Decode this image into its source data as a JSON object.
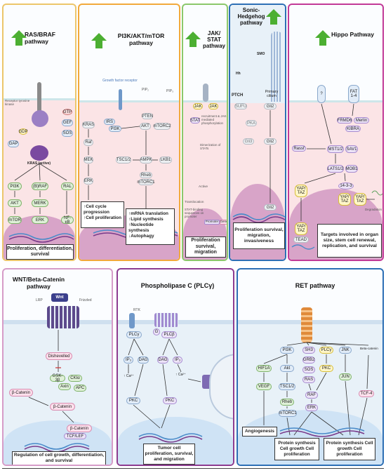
{
  "colors": {
    "accent_green": "#4caf32",
    "ras_border": "#ecc66b",
    "pi3k_border": "#f2a93b",
    "jak_border": "#8cc86b",
    "shh_border": "#2d6fb5",
    "hippo_border": "#c23a97",
    "wnt_border": "#d69cc8",
    "plc_border": "#8d3c90",
    "ret_border": "#2d6fb5"
  },
  "ras": {
    "title": "RAS/BRAF pathway",
    "receptor_label": "Receptor tyrosine kinase",
    "kras_label": "KRAS (active)",
    "gap": "GAP",
    "gef": "GEF",
    "gtp": "GTP",
    "gdp": "GDP",
    "sos": "SOS",
    "pi3k": "PI3K",
    "braf": "(B)RAF",
    "ral": "RAL",
    "akt": "AKT",
    "merk": "MERK",
    "mtor": "mTOR",
    "erk": "ERK",
    "nfkb": "NF-κB",
    "outcome": "Proliferation, differentiation, survival"
  },
  "pi3k": {
    "title": "PI3K/AKT/mTOR pathway",
    "gf_label": "Growth factor receptor",
    "pip2": "PIP₂",
    "pip3": "PIP₃",
    "kras": "KRAS",
    "irs": "IRS",
    "pi3k": "PI3K",
    "pten": "PTEN",
    "raf": "Raf",
    "akt": "AKT",
    "mtorc2": "mTORC2",
    "mek": "MEK",
    "tsc": "TSC1/2",
    "ampk": "AMPK",
    "lkb1": "LKB1",
    "erk": "ERK",
    "rheb": "Rheb",
    "mtorc1": "mTORC1",
    "out1": "↑Cell cycle progression\n↑Cell proliferation",
    "out2": "↑mRNA translation\n↑Lipid synthesis\n↑Nucleotide synthesis\n↓Autophagy"
  },
  "jak": {
    "title": "JAK/ STAT pathway",
    "jak": "JAK",
    "stat": "STAT",
    "step1": "recruitment & JAK-mediated phosphorylation",
    "step2": "Dimerization of STATs",
    "active": "Active",
    "translocation": "Translocation",
    "binding": "STAT-binding sequences on promoter",
    "promoter": "Promoter",
    "gene": "Gene",
    "outcome": "Proliferation survival, migration"
  },
  "shh": {
    "title": "Sonic-Hedgehog pathway",
    "ptch": "PTCH",
    "smo": "SMO",
    "hh": "Hh",
    "sufu": "SUFU",
    "pka": "PKA",
    "gli3": "Gli3",
    "gli2": "Gli2",
    "cilium": "Primary cilium",
    "gli2b": "Gli2",
    "gli2n": "Gli2",
    "outcome": "Proliferation survival, migration, invasiveness"
  },
  "hippo": {
    "title": "Hippo Pathway",
    "q": "?",
    "fat": "FAT 1-4",
    "frmd6": "FRMD6",
    "merlin": "Merlin",
    "kibra": "KIBRA",
    "rassf": "Rassf",
    "mst": "MST1/2",
    "sav1": "SAV1",
    "lats": "LATS1/2",
    "mob1": "MOB1",
    "yap": "YAP/ TAZ",
    "yap2": "YAP/ TAZ",
    "p1433": "14-3-3",
    "yap3": "YAP/ TAZ",
    "degradation": "Degradation",
    "tead": "TEAD",
    "yapn": "YAP/ TAZ",
    "outcome": "Targets involved in organ size, stem cell renewal, replication, and survival"
  },
  "wnt": {
    "title": "WNT/Beta-Catenin pathway",
    "lrp": "LRP",
    "frizzled": "Frizzled",
    "wntlig": "Wnt",
    "dsh": "Dishevelled",
    "gsk": "GSK-3β",
    "cki": "CKIα",
    "axin": "Axin",
    "apc": "APC",
    "bcat1": "β-Catenin",
    "bcat2": "β-Catenin",
    "bcat3": "β-Catenin",
    "tcf": "TCF/LEF",
    "outcome": "Regulation of cell growth, differentiation, and survival"
  },
  "plc": {
    "title": "Phospholipase C (PLCγ)",
    "rtk": "RTK",
    "g": "G",
    "plcg": "PLCγ",
    "plcb": "PLCβ",
    "ip3a": "IP₃",
    "dag1": "DAG",
    "dag2": "DAG",
    "ip3b": "IP₃",
    "ca1": "↑ Ca²⁺",
    "ca2": "↑ Ca²⁺",
    "pkc1": "PKC",
    "pkc2": "PKC",
    "outcome": "Tumor cell proliferation, survival, and migration"
  },
  "ret": {
    "title": "RET pathway",
    "pi3k": "PI3K",
    "sh3": "SH3",
    "plcg": "PLCγ",
    "jnk": "JNK",
    "bcat": "Beta-catenin",
    "hif": "HIF1A",
    "akt": "Akt",
    "grb2": "GRB2",
    "pkc": "PKC",
    "jun": "JUN",
    "vegf": "VEGF",
    "tsc": "TSC1/2",
    "sos": "SOS",
    "ras": "RAS",
    "raf": "RAF",
    "tcf": "TCF-4",
    "rheb": "Rheb",
    "erk": "ERK",
    "mtorc1": "mTORC1",
    "angio": "Angiogenesis",
    "out1": "Protein synthesis Cell growth Cell proliferation",
    "out2": "Protein synthesis Cell growth Cell proliferation"
  }
}
